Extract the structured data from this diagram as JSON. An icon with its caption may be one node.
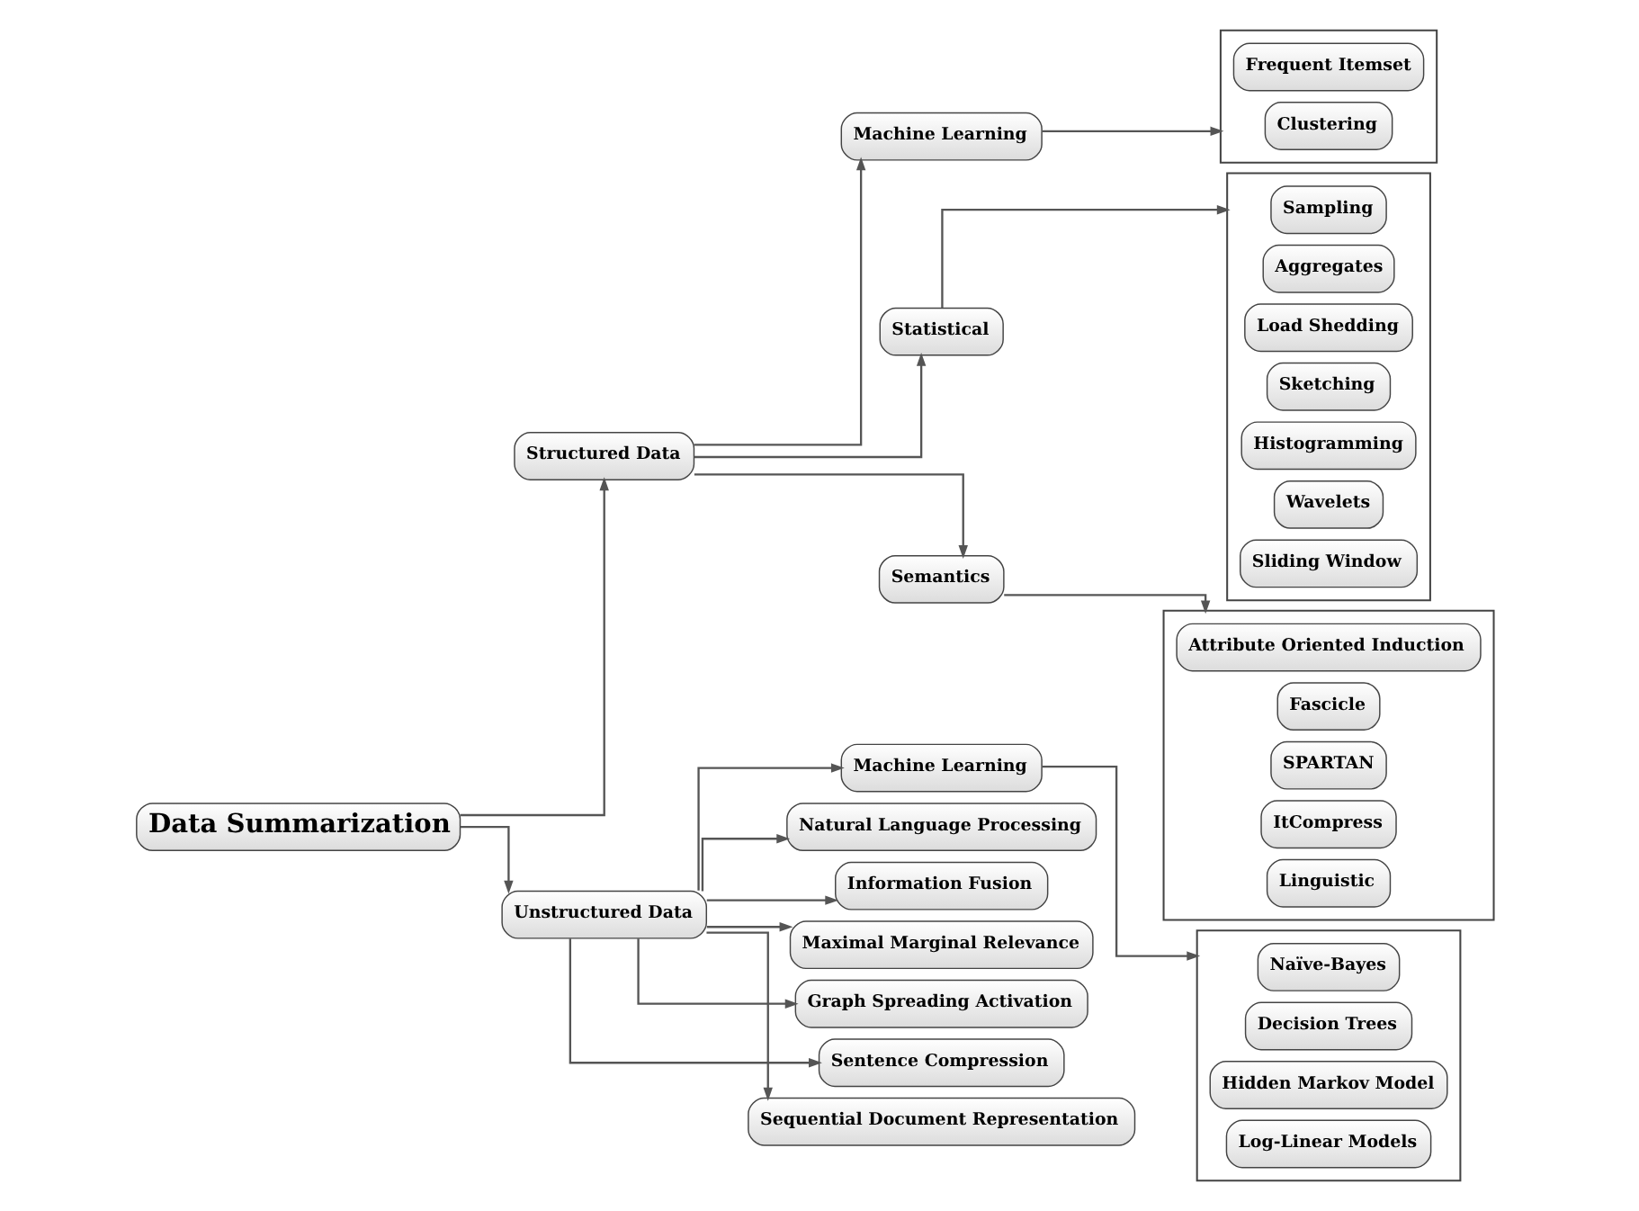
{
  "diagram": {
    "nodes": [
      {
        "text": [
          "Data Summarization"
        ]
      },
      {
        "text": [
          "Structured Data"
        ]
      },
      {
        "text": [
          "Unstructured Data"
        ]
      },
      {
        "text": [
          "Machine Learning"
        ]
      },
      {
        "text": [
          "Statistical"
        ]
      },
      {
        "text": [
          "Semantics"
        ]
      },
      {
        "text": [],
        "shape": "box"
      },
      {
        "text": [
          "Frequent Itemset"
        ],
        "in": 6
      },
      {
        "text": [
          "Clustering"
        ],
        "in": 6
      },
      {
        "text": [],
        "shape": "box"
      },
      {
        "text": [
          "Sampling"
        ],
        "in": 9
      },
      {
        "text": [
          "Aggregates"
        ],
        "in": 9
      },
      {
        "text": [
          "Load Shedding"
        ],
        "in": 9
      },
      {
        "text": [
          "Sketching"
        ],
        "in": 9
      },
      {
        "text": [
          "Histogramming"
        ],
        "in": 9
      },
      {
        "text": [
          "Wavelets"
        ],
        "in": 9
      },
      {
        "text": [
          "Sliding Window"
        ],
        "in": 9
      },
      {
        "text": [],
        "shape": "box"
      },
      {
        "text": [
          "Attribute Oriented Induction"
        ],
        "in": 17
      },
      {
        "text": [
          "Fascicle"
        ],
        "in": 17
      },
      {
        "text": [
          "SPARTAN"
        ],
        "in": 17
      },
      {
        "text": [
          "ItCompress"
        ],
        "in": 17
      },
      {
        "text": [
          "Linguistic"
        ],
        "in": 17
      },
      {
        "text": [
          "Machine Learning"
        ]
      },
      {
        "text": [],
        "shape": "box"
      },
      {
        "text": [
          "Naïve-Bayes"
        ],
        "in": 24
      },
      {
        "text": [
          "Decision Trees"
        ],
        "in": 24
      },
      {
        "text": [
          "Hidden Markov Model"
        ],
        "in": 24
      },
      {
        "text": [
          "Log-Linear Models"
        ],
        "in": 24
      },
      {
        "text": [
          "Natural Language Processing"
        ]
      },
      {
        "text": [
          "Information Fusion"
        ]
      },
      {
        "text": [
          "Maximal Marginal Relevance"
        ]
      },
      {
        "text": [
          "Graph Spreading Activation"
        ]
      },
      {
        "text": [
          "Sentence Compression"
        ]
      },
      {
        "text": [
          "Sequential Document Representation"
        ]
      }
    ],
    "edges": [
      {
        "from": 0,
        "to": 1,
        "arrow": "to"
      },
      {
        "from": 0,
        "to": 2,
        "arrow": "to"
      },
      {
        "from": 1,
        "to": 3,
        "arrow": "to"
      },
      {
        "from": 1,
        "to": 4,
        "arrow": "to"
      },
      {
        "from": 1,
        "to": 5,
        "arrow": "to"
      },
      {
        "from": 3,
        "to": 6,
        "arrow": "to"
      },
      {
        "from": 4,
        "to": 9,
        "arrow": "to"
      },
      {
        "from": 5,
        "to": 17,
        "arrow": "to"
      },
      {
        "from": 2,
        "to": 23,
        "arrow": "to"
      },
      {
        "from": 23,
        "to": 24,
        "arrow": "to"
      },
      {
        "from": 2,
        "to": 29,
        "arrow": "to"
      },
      {
        "from": 2,
        "to": 30,
        "arrow": "to"
      },
      {
        "from": 2,
        "to": 31,
        "arrow": "to"
      },
      {
        "from": 2,
        "to": 32,
        "arrow": "to"
      },
      {
        "from": 2,
        "to": 33,
        "arrow": "to"
      },
      {
        "from": 2,
        "to": 34,
        "arrow": "to"
      }
    ]
  }
}
